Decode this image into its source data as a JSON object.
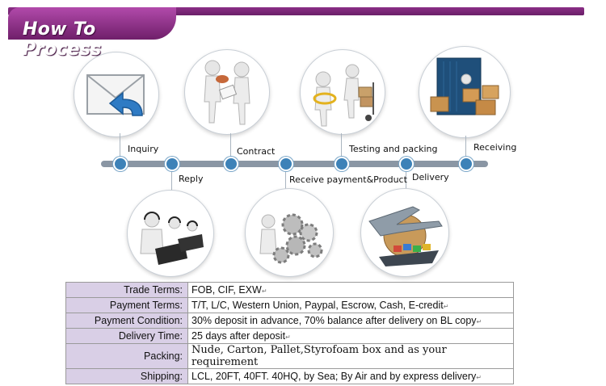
{
  "header": {
    "title": "How To Process"
  },
  "colors": {
    "banner": "#8b2f86",
    "timeline": "#8a96a4",
    "dot": "#3d82b8",
    "table_key_bg": "#d9cfe6"
  },
  "steps": {
    "inquiry": {
      "label": "Inquiry",
      "icon": "mail-envelope-icon"
    },
    "reply": {
      "label": "Reply",
      "icon": "call-center-icon"
    },
    "contract": {
      "label": "Contract",
      "icon": "contract-handshake-icon"
    },
    "payment": {
      "label": "Receive payment&Product",
      "icon": "gears-production-icon"
    },
    "testing": {
      "label": "Testing and packing",
      "icon": "packing-trolley-icon"
    },
    "delivery": {
      "label": "Delivery",
      "icon": "airplane-ship-icon"
    },
    "receiving": {
      "label": "Receiving",
      "icon": "container-boxes-icon"
    }
  },
  "terms": [
    {
      "key": "Trade Terms:",
      "value": "FOB, CIF, EXW"
    },
    {
      "key": "Payment Terms:",
      "value": "T/T, L/C, Western Union, Paypal, Escrow, Cash, E-credit"
    },
    {
      "key": "Payment Condition:",
      "value": "30% deposit in advance, 70% balance after delivery on BL copy"
    },
    {
      "key": "Delivery Time:",
      "value": "25 days after deposit"
    },
    {
      "key": "Packing:",
      "value": "Nude, Carton, Pallet,Styrofoam box and as your requirement"
    },
    {
      "key": "Shipping:",
      "value": "LCL, 20FT, 40FT. 40HQ, by Sea; By Air and by express delivery"
    }
  ]
}
